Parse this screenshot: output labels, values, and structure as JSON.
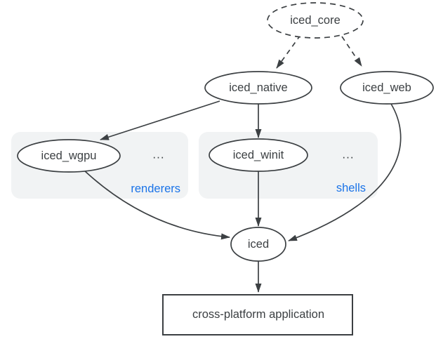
{
  "diagram": {
    "nodes": {
      "iced_core": {
        "label": "iced_core"
      },
      "iced_native": {
        "label": "iced_native"
      },
      "iced_web": {
        "label": "iced_web"
      },
      "iced_wgpu": {
        "label": "iced_wgpu"
      },
      "iced_winit": {
        "label": "iced_winit"
      },
      "iced": {
        "label": "iced"
      },
      "application": {
        "label": "cross-platform application"
      }
    },
    "groups": {
      "renderers": {
        "label": "renderers",
        "more": "..."
      },
      "shells": {
        "label": "shells",
        "more": "..."
      }
    },
    "colors": {
      "accent_blue": "#1a73e8",
      "group_fill": "#f1f3f4",
      "stroke": "#3c4043",
      "node_fill": "#ffffff",
      "background": "#ffffff"
    }
  }
}
